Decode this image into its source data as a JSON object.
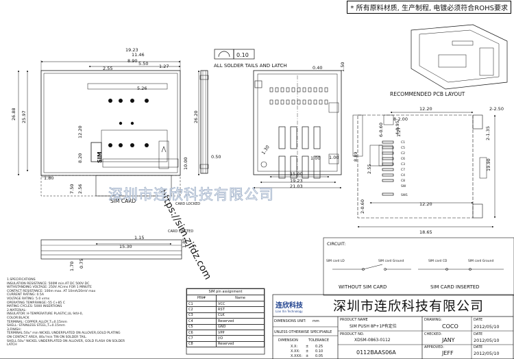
{
  "notice": "* 所有原料材质, 生产制程, 电镀必须符合ROHS要求",
  "watermark": "深圳市连欣科技有限公司",
  "watermark_url": "https://sim.zjfdz.com",
  "front_view": {
    "dims_top": [
      "19.23",
      "11.46",
      "8.90",
      "5.50",
      "2.55",
      "1.27"
    ],
    "dim_left_outer": "26.88",
    "dim_left_inner": "25.97",
    "dim_right": "26.20",
    "dim_bottom_left": "1.80",
    "dim_5_26": "5.26",
    "dim_12_20": "12.20",
    "dim_8_20": "8.20",
    "dim_10_00": "10.00",
    "dim_7_50": "7.50",
    "dim_2_56": "2.56",
    "dim_1_15": "1.15",
    "dim_15_30": "15.30",
    "dim_1_85": "1.85",
    "dim_1_70": "1.70",
    "dim_0_75": "0.75",
    "sim_label": "SIM",
    "sim_card": "SIM CARD",
    "card_locked": "CARD LOCKED",
    "card_ejected": "CARD EJECTED"
  },
  "side_view": {
    "dim_0_50": "0.50"
  },
  "bottom_view": {
    "solder_note": "ALL SOLDER TAILS AND LATCH",
    "flatness": "0.10",
    "dim_0_40": "0.40",
    "dim_1_50": "1.50",
    "dim_1_00a": "1.00",
    "dim_1_00b": "1.00",
    "dim_15_00": "15.00",
    "dim_19_23": "19.23",
    "dim_21_03": "21.03",
    "dim_1_30": "1.30"
  },
  "pcb_layout": {
    "title": "RECOMMENDED PCB LAYOUT",
    "dims": [
      "12.20",
      "2-2.50",
      "8-2.00",
      "4-0.95",
      "6-0.60",
      "2-1.35",
      "1.27",
      "8.89",
      "2.55",
      "19.90",
      "2-0.60",
      "12.20",
      "18.65"
    ],
    "pins": [
      "C1",
      "C5",
      "C2",
      "C6",
      "C3",
      "C7",
      "C4",
      "C8",
      "SW",
      "SW1"
    ]
  },
  "circuit": {
    "title": "CIRCUIT:",
    "left_labels": [
      "SIM card LD",
      "SIM card Ground"
    ],
    "right_labels": [
      "SIM card CD",
      "SIM card Ground"
    ],
    "without": "WITHOUT SIM CARD",
    "inserted": "SIM CARD INSERTED"
  },
  "specs": [
    "1.SPECIFICATIONS",
    "  INSULATION RESISTANCE: 500M min.AT DC 500V DC",
    "  WITHSTANDING VOLTAGE:  250V ACrms FOR 1 MINUTE",
    "  CONTACT RESISTANCE: 100m max. AT 10mA/20mV max",
    "  CURRENT RATING: 0.5A",
    "  VOLTAGE RATING: 5.0 vrms",
    "  OPERATING TEMP.RANGE:-55 C+85 C",
    "  MATING CYCLES: 5000 INSERTIONS",
    "2.MATERIAL:",
    "  INSULATOR: H-TEMPERATURE PLASTIC,UL 94V-0,",
    "  COLOR:BLACK",
    "  TERMINAL: COPPER ALLOY,T=0.15mm",
    "  SHELL: STAINLESS STEEL,T=0.15mm",
    "3.FINISH:",
    "  TERMINAL:50u\" min NICKEL UNDERPLATED ON ALLOVER,GOLD PLATING",
    "  ON CONTACT AREA, 80u\"min TIN ON SOLDER TAIL.",
    "  SHELL:50u\" NICKEL UNDERPLATED ON ALLOVER, GOLD FLASH ON SOLDER",
    "  LATCH"
  ],
  "pin_table": {
    "title": "SIM pin assignment",
    "headers": [
      "PIN#",
      "Name"
    ],
    "rows": [
      [
        "C1",
        "VCC"
      ],
      [
        "C2",
        "RST"
      ],
      [
        "C3",
        "CLK"
      ],
      [
        "C4",
        "Reserved"
      ],
      [
        "C5",
        "GND"
      ],
      [
        "C6",
        "VPP"
      ],
      [
        "C7",
        "I/O"
      ],
      [
        "C8",
        "Reserved"
      ]
    ]
  },
  "title_block": {
    "company_cn": "深圳市连欣科技有限公司",
    "logo_cn": "连欣科技",
    "logo_en": "Lian Xin Technology",
    "product_name_label": "PRODUCT NAME",
    "product_name": "SIM PUSH 8P+1P有定位",
    "part_label": "PRODUCT NO.",
    "part_no": "XDSM-0863-0112",
    "drawing_no": "0112BAAS06A",
    "dims_unit_label": "DIMENSIONS UNIT:",
    "dims_unit": "mm",
    "unless": "UNLESS OTHERWISE SPECIFIABLE",
    "dimension": "DIMENSION",
    "tolerance": "TOLERANCE",
    "tol_rows": [
      [
        "X.X:",
        "±",
        "0.25"
      ],
      [
        "X.XX:",
        "±",
        "0.10"
      ],
      [
        "X.XXX:",
        "±",
        "0.05"
      ]
    ],
    "drawing_label": "DRAWING:",
    "drawing_by": "COCO",
    "checked_label": "CHECKED:",
    "checked_by": "JANY",
    "approved_label": "APPROVED:",
    "approved_by": "JEFF",
    "date_label": "DATE",
    "date1": "2012/05/10",
    "date2": "2012/05/10",
    "date3": "2012/05/10"
  }
}
